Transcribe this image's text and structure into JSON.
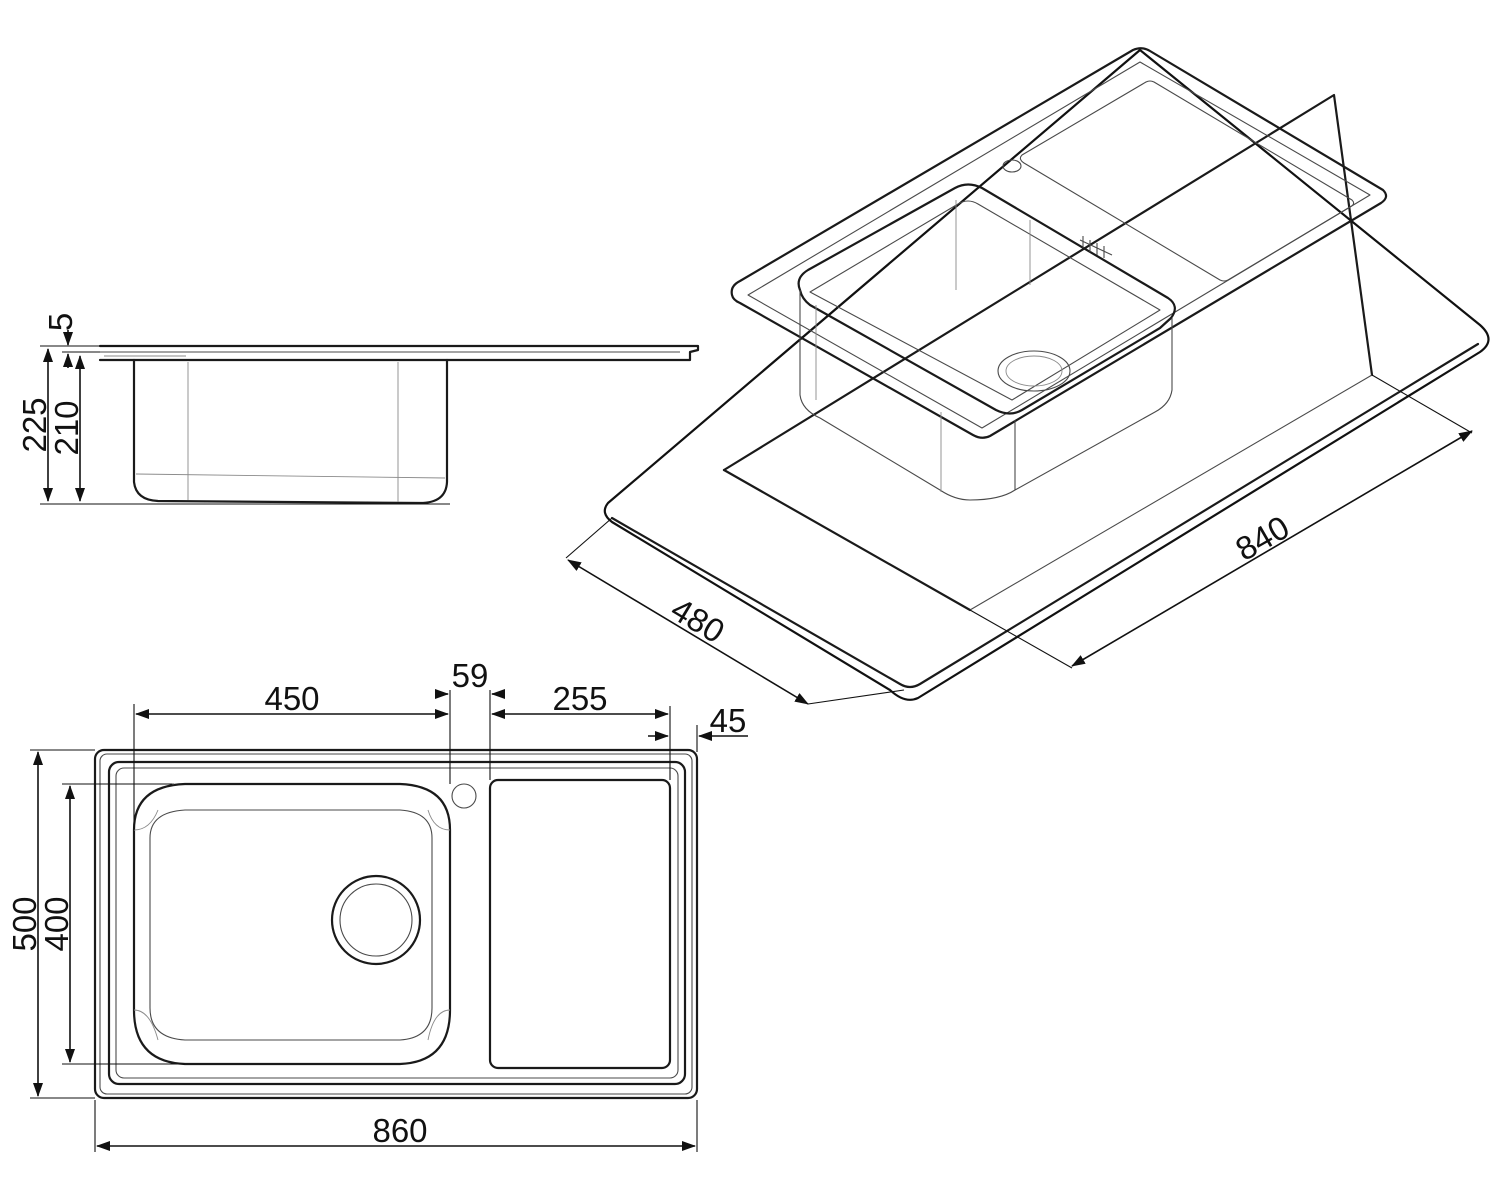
{
  "side_view": {
    "lip": "5",
    "total_depth": "225",
    "bowl_depth": "210"
  },
  "iso_view": {
    "depth": "480",
    "cutout_length": "840"
  },
  "plan_view": {
    "bowl_width": "450",
    "gap": "59",
    "drainer_width": "255",
    "edge": "45",
    "total_width": "860",
    "total_height": "500",
    "bowl_height": "400"
  }
}
